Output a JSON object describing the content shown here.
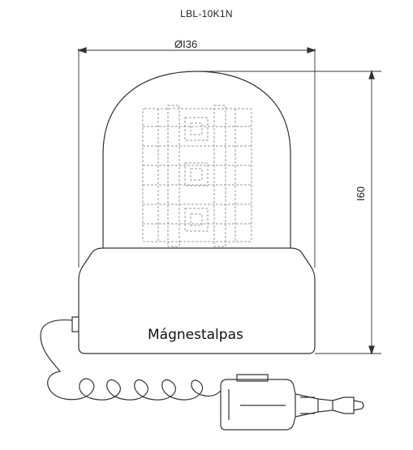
{
  "drawing": {
    "model": "LBL-10K1N",
    "diameter_label": "ØI36",
    "height_label": "I60",
    "base_label": "Mágnestalpas"
  },
  "colors": {
    "line": "#333333",
    "led": "#999999"
  }
}
